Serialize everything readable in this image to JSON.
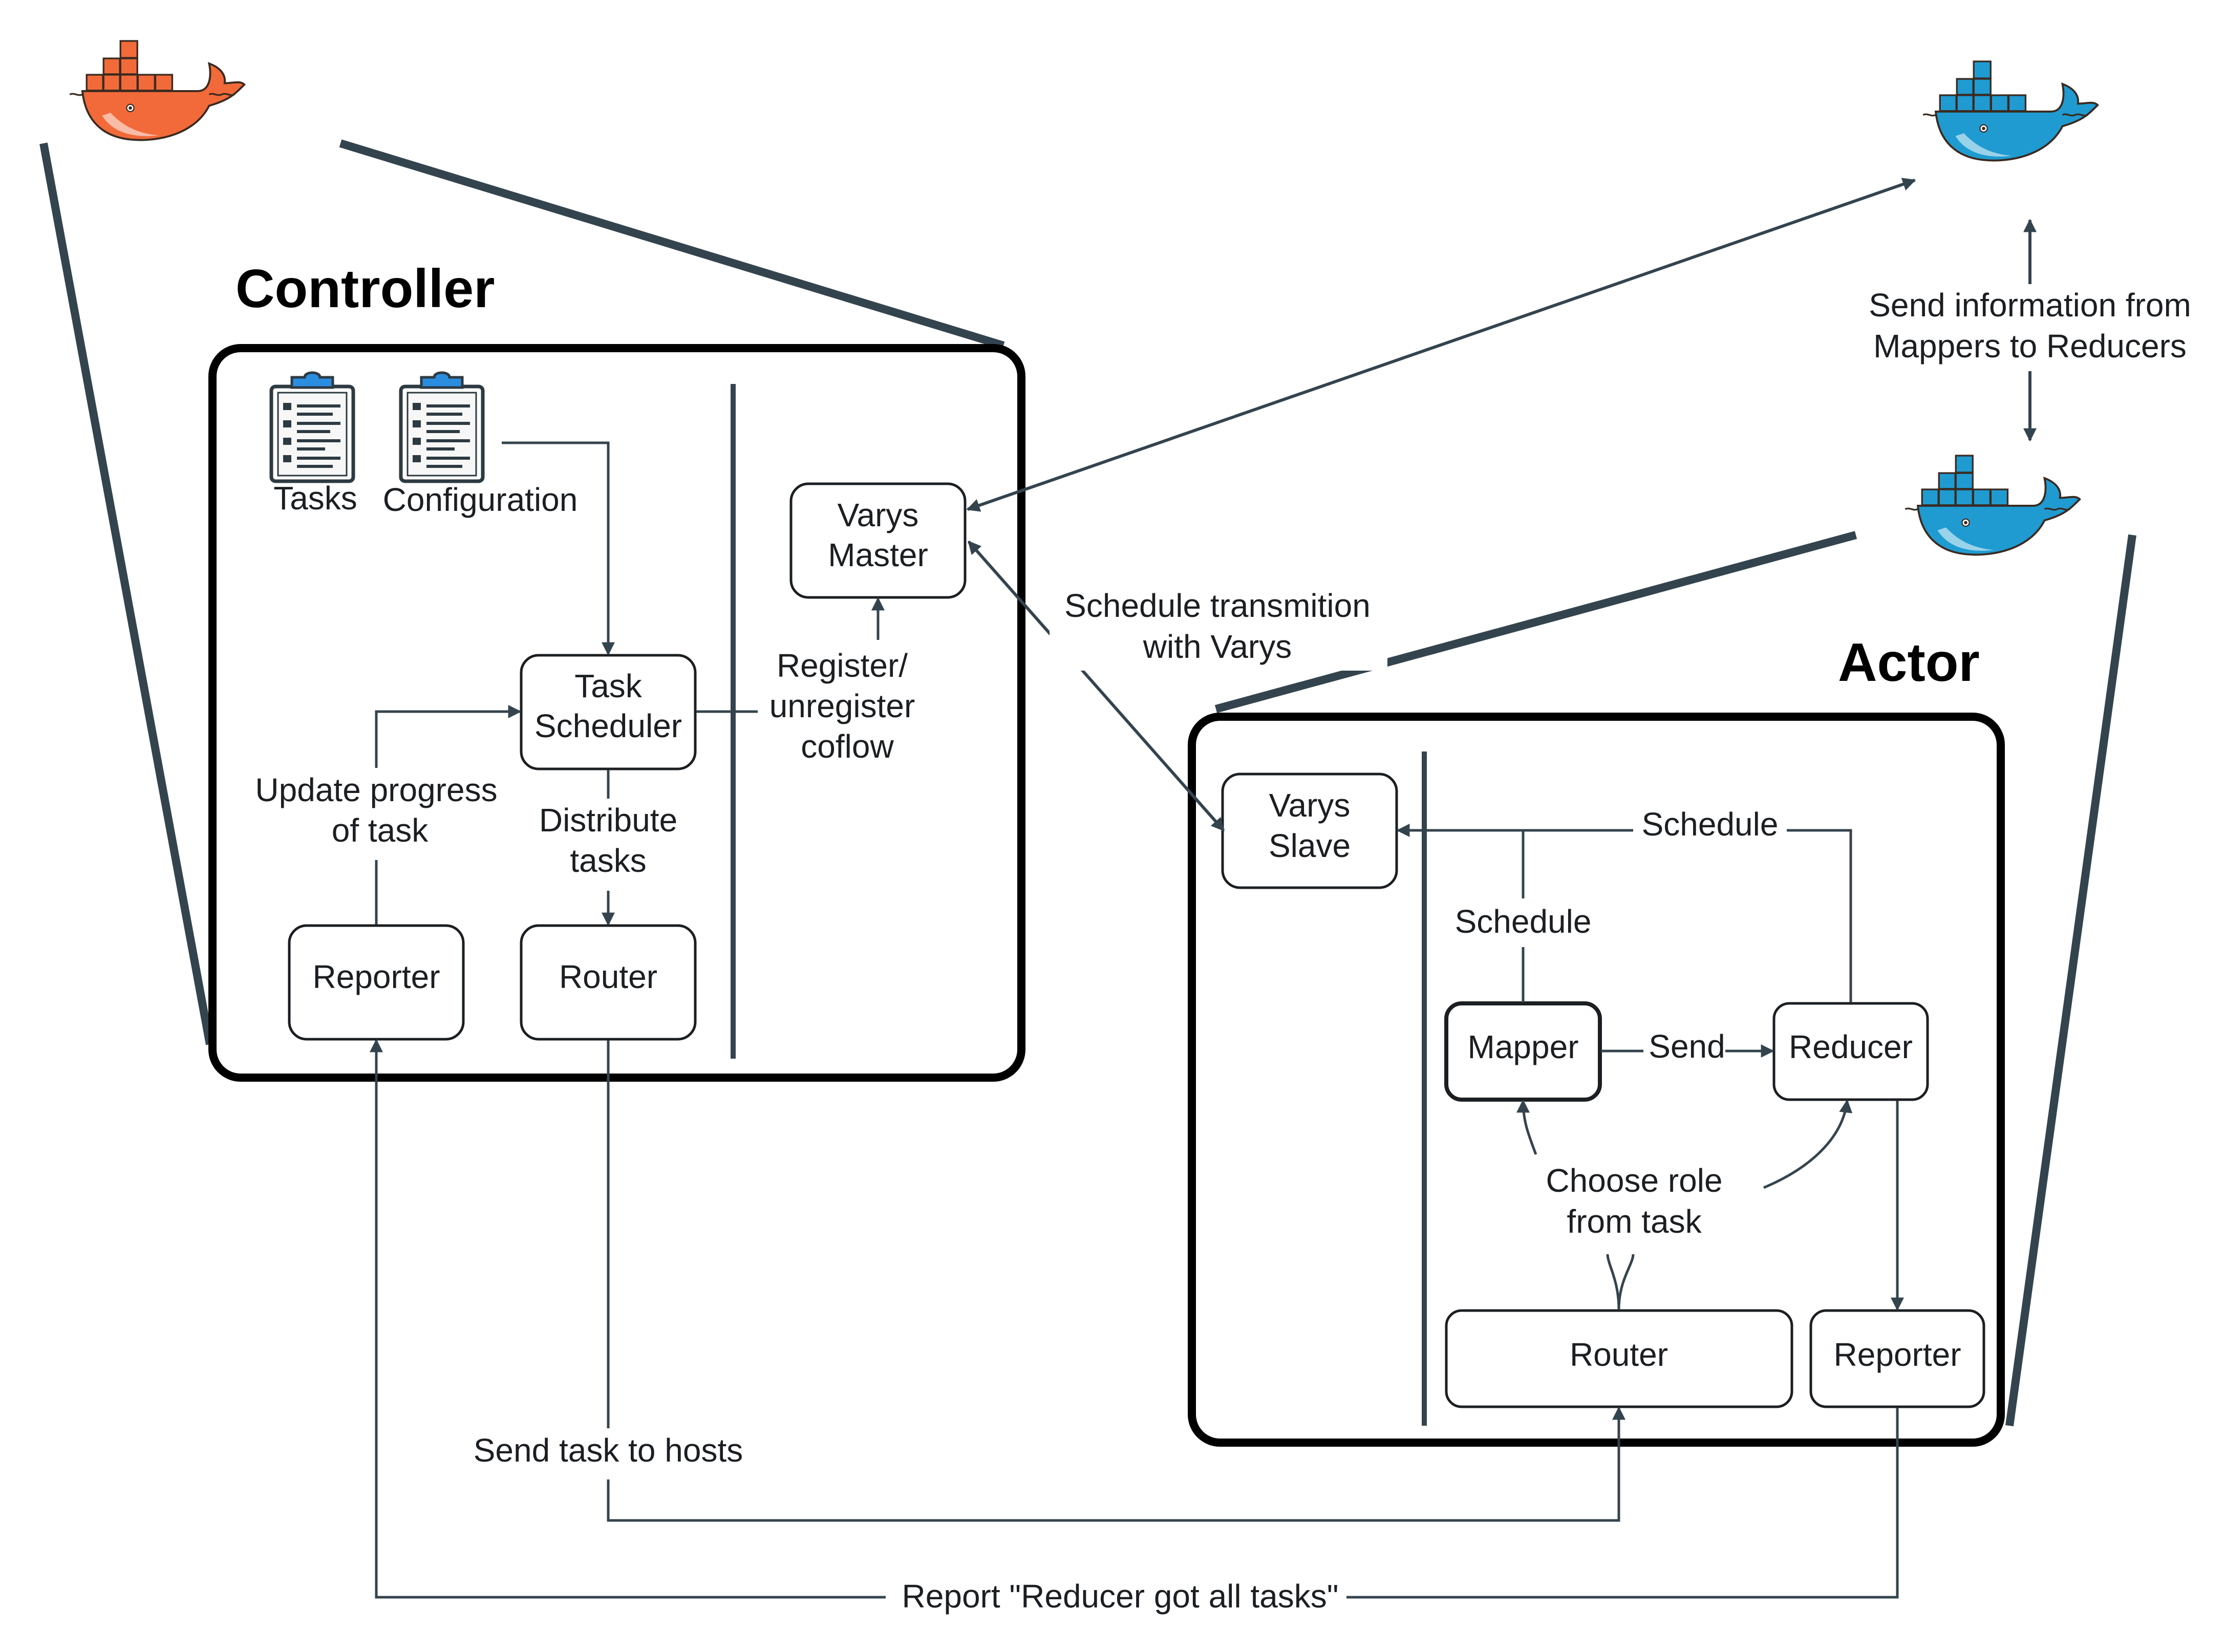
{
  "colors": {
    "line": "#34444e",
    "frame": "#000000",
    "text": "#1b1f22",
    "whale_orange": "#f26a3a",
    "whale_blue": "#1f9bd1",
    "clipboard_clip": "#2b8de0"
  },
  "controller": {
    "title": "Controller",
    "icon_tasks": "clipboard-list-icon",
    "tasks_label": "Tasks",
    "icon_config": "clipboard-list-icon",
    "configuration_label": "Configuration",
    "task_scheduler": [
      "Task",
      "Scheduler"
    ],
    "reporter": "Reporter",
    "router": "Router",
    "varys_master": [
      "Varys",
      "Master"
    ],
    "update_progress": [
      "Update progress",
      "of task"
    ],
    "distribute_tasks": [
      "Distribute",
      "tasks"
    ],
    "register_coflow": [
      "Register/",
      "unregister",
      "coflow"
    ]
  },
  "actor": {
    "title": "Actor",
    "varys_slave": [
      "Varys",
      "Slave"
    ],
    "mapper": "Mapper",
    "reducer": "Reducer",
    "router": "Router",
    "reporter": "Reporter",
    "schedule_top": "Schedule",
    "schedule_left": "Schedule",
    "send": "Send",
    "choose_role": [
      "Choose role",
      "from task"
    ]
  },
  "edges": {
    "schedule_transmission": [
      "Schedule transmition",
      "with Varys"
    ],
    "send_info": [
      "Send information from",
      "Mappers to Reducers"
    ],
    "send_task_to_hosts": "Send task to hosts",
    "report_reducer": "Report \"Reducer got all tasks\""
  },
  "icons": {
    "controller_host": "docker-whale-icon",
    "mapper_host": "docker-whale-icon",
    "actor_host": "docker-whale-icon"
  }
}
